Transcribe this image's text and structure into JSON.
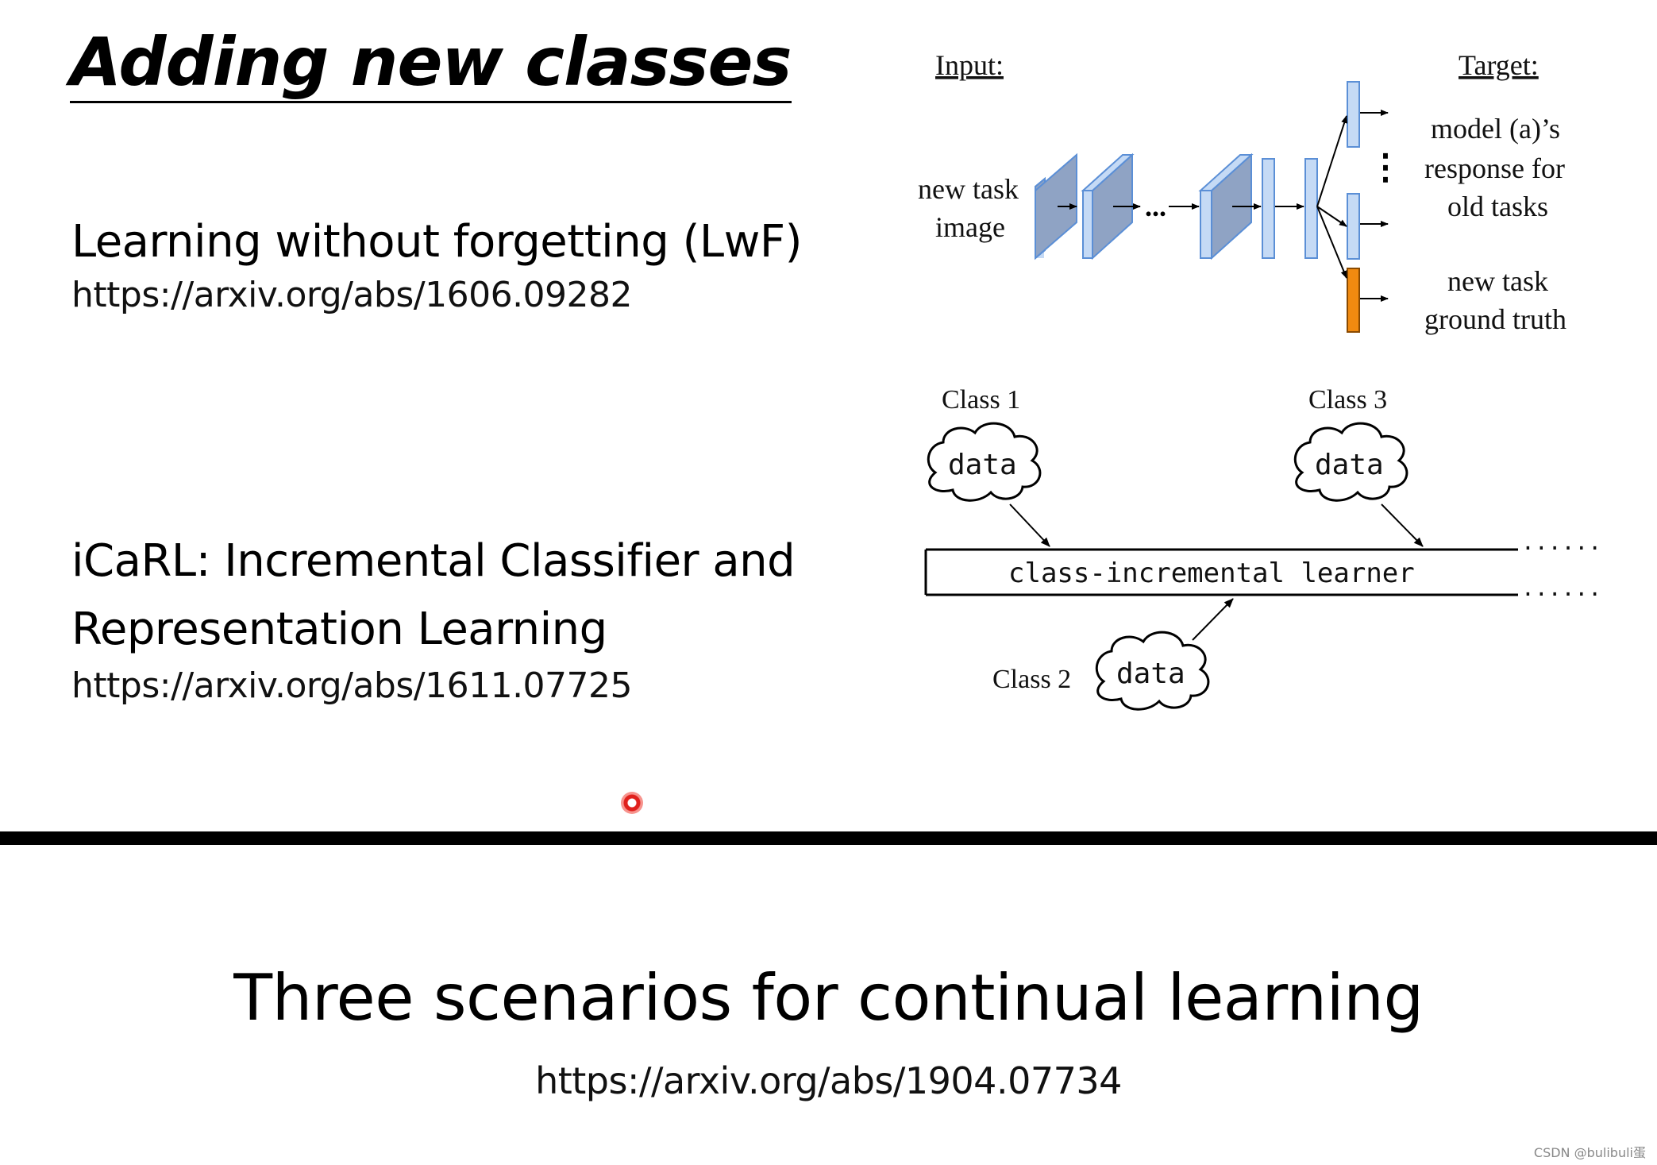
{
  "slide": {
    "title": "Adding new classes"
  },
  "papers": [
    {
      "title": "Learning without forgetting (LwF)",
      "url": "https://arxiv.org/abs/1606.09282"
    },
    {
      "title_line1": "iCaRL: Incremental Classifier and",
      "title_line2": "Representation Learning",
      "url": "https://arxiv.org/abs/1611.07725"
    }
  ],
  "lwf_figure": {
    "input_label": "Input:",
    "target_label": "Target:",
    "input_text_line1": "new task",
    "input_text_line2": "image",
    "ellipsis": "...",
    "vertical_dots": "⋮",
    "old_target_line1": "model (a)’s",
    "old_target_line2": "response for",
    "old_target_line3": "old tasks",
    "new_target_line1": "new task",
    "new_target_line2": "ground truth",
    "colors": {
      "layer_fill": "#c5daf5",
      "layer_edge": "#5b8fd6",
      "conv_face": "#8fa3c4",
      "new_head": "#f08a10"
    }
  },
  "icarl_figure": {
    "class1_label": "Class 1",
    "class2_label": "Class 2",
    "class3_label": "Class 3",
    "cloud_text": "data",
    "learner_text": "class-incremental learner",
    "trail_dots": "......"
  },
  "bottom": {
    "title": "Three scenarios for continual learning",
    "url": "https://arxiv.org/abs/1904.07734"
  },
  "watermark": "CSDN @bulibuli蛋"
}
